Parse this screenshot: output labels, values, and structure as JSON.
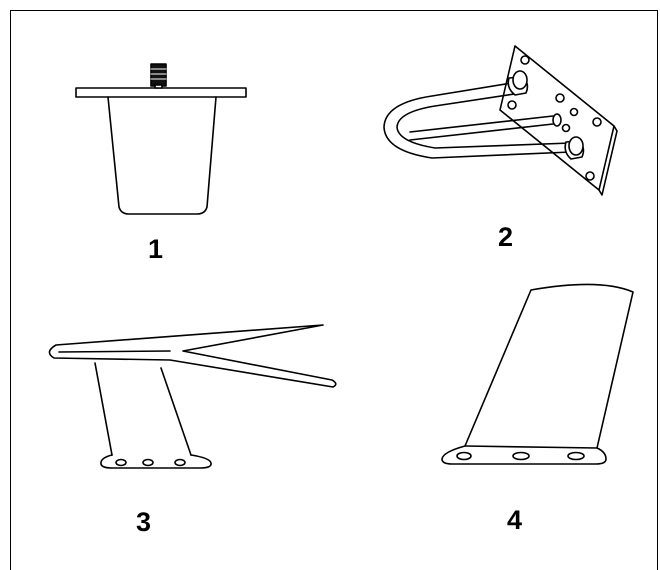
{
  "figures": [
    {
      "label": "1",
      "icon": "flush-mount-antenna-icon"
    },
    {
      "label": "2",
      "icon": "loop-antenna-icon"
    },
    {
      "label": "3",
      "icon": "swept-blade-antenna-icon"
    },
    {
      "label": "4",
      "icon": "blade-antenna-icon"
    }
  ],
  "colors": {
    "line": "#000000",
    "background": "#ffffff"
  }
}
